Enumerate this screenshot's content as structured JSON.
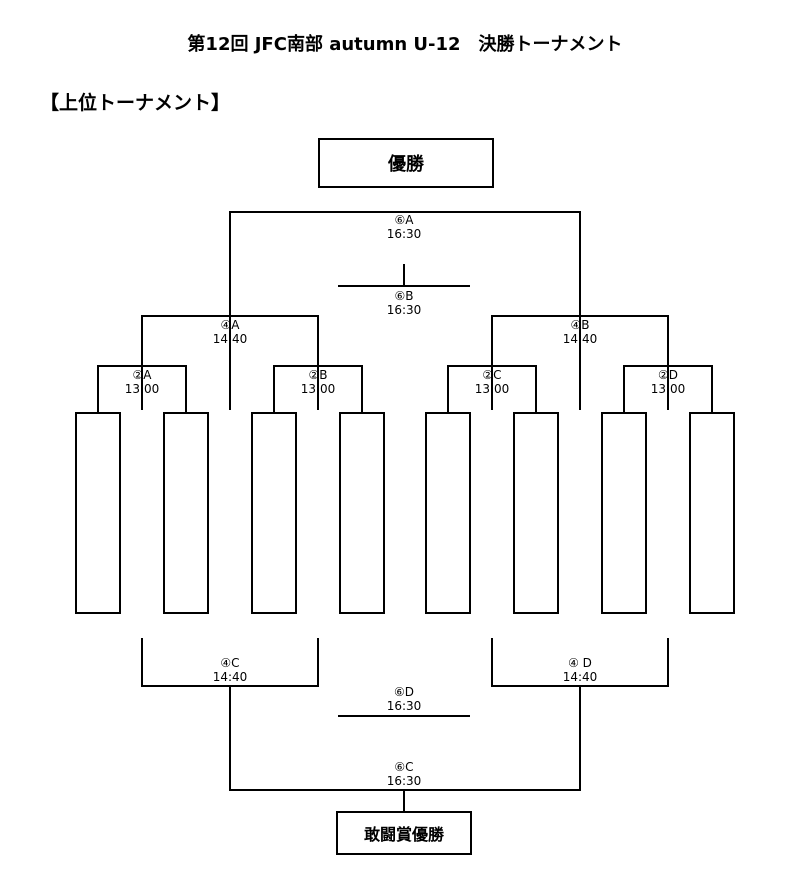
{
  "title": "第12回 JFC南部 autumn U-12　決勝トーナメント",
  "section_title": "【上位トーナメント】",
  "champion_label": "優勝",
  "consolation_label": "敢闘賞優勝",
  "teams": [
    "",
    "",
    "",
    "",
    "",
    "",
    "",
    ""
  ],
  "matches": {
    "m2A": {
      "code": "②A",
      "time": "13:00"
    },
    "m2B": {
      "code": "②B",
      "time": "13:00"
    },
    "m2C": {
      "code": "②C",
      "time": "13:00"
    },
    "m2D": {
      "code": "②D",
      "time": "13:00"
    },
    "m4A": {
      "code": "④A",
      "time": "14:40"
    },
    "m4B": {
      "code": "④B",
      "time": "14:40"
    },
    "m4C": {
      "code": "④C",
      "time": "14:40"
    },
    "m4D": {
      "code": "④ D",
      "time": "14:40"
    },
    "m6A": {
      "code": "⑥A",
      "time": "16:30"
    },
    "m6B": {
      "code": "⑥B",
      "time": "16:30"
    },
    "m6C": {
      "code": "⑥C",
      "time": "16:30"
    },
    "m6D": {
      "code": "⑥D",
      "time": "16:30"
    }
  }
}
